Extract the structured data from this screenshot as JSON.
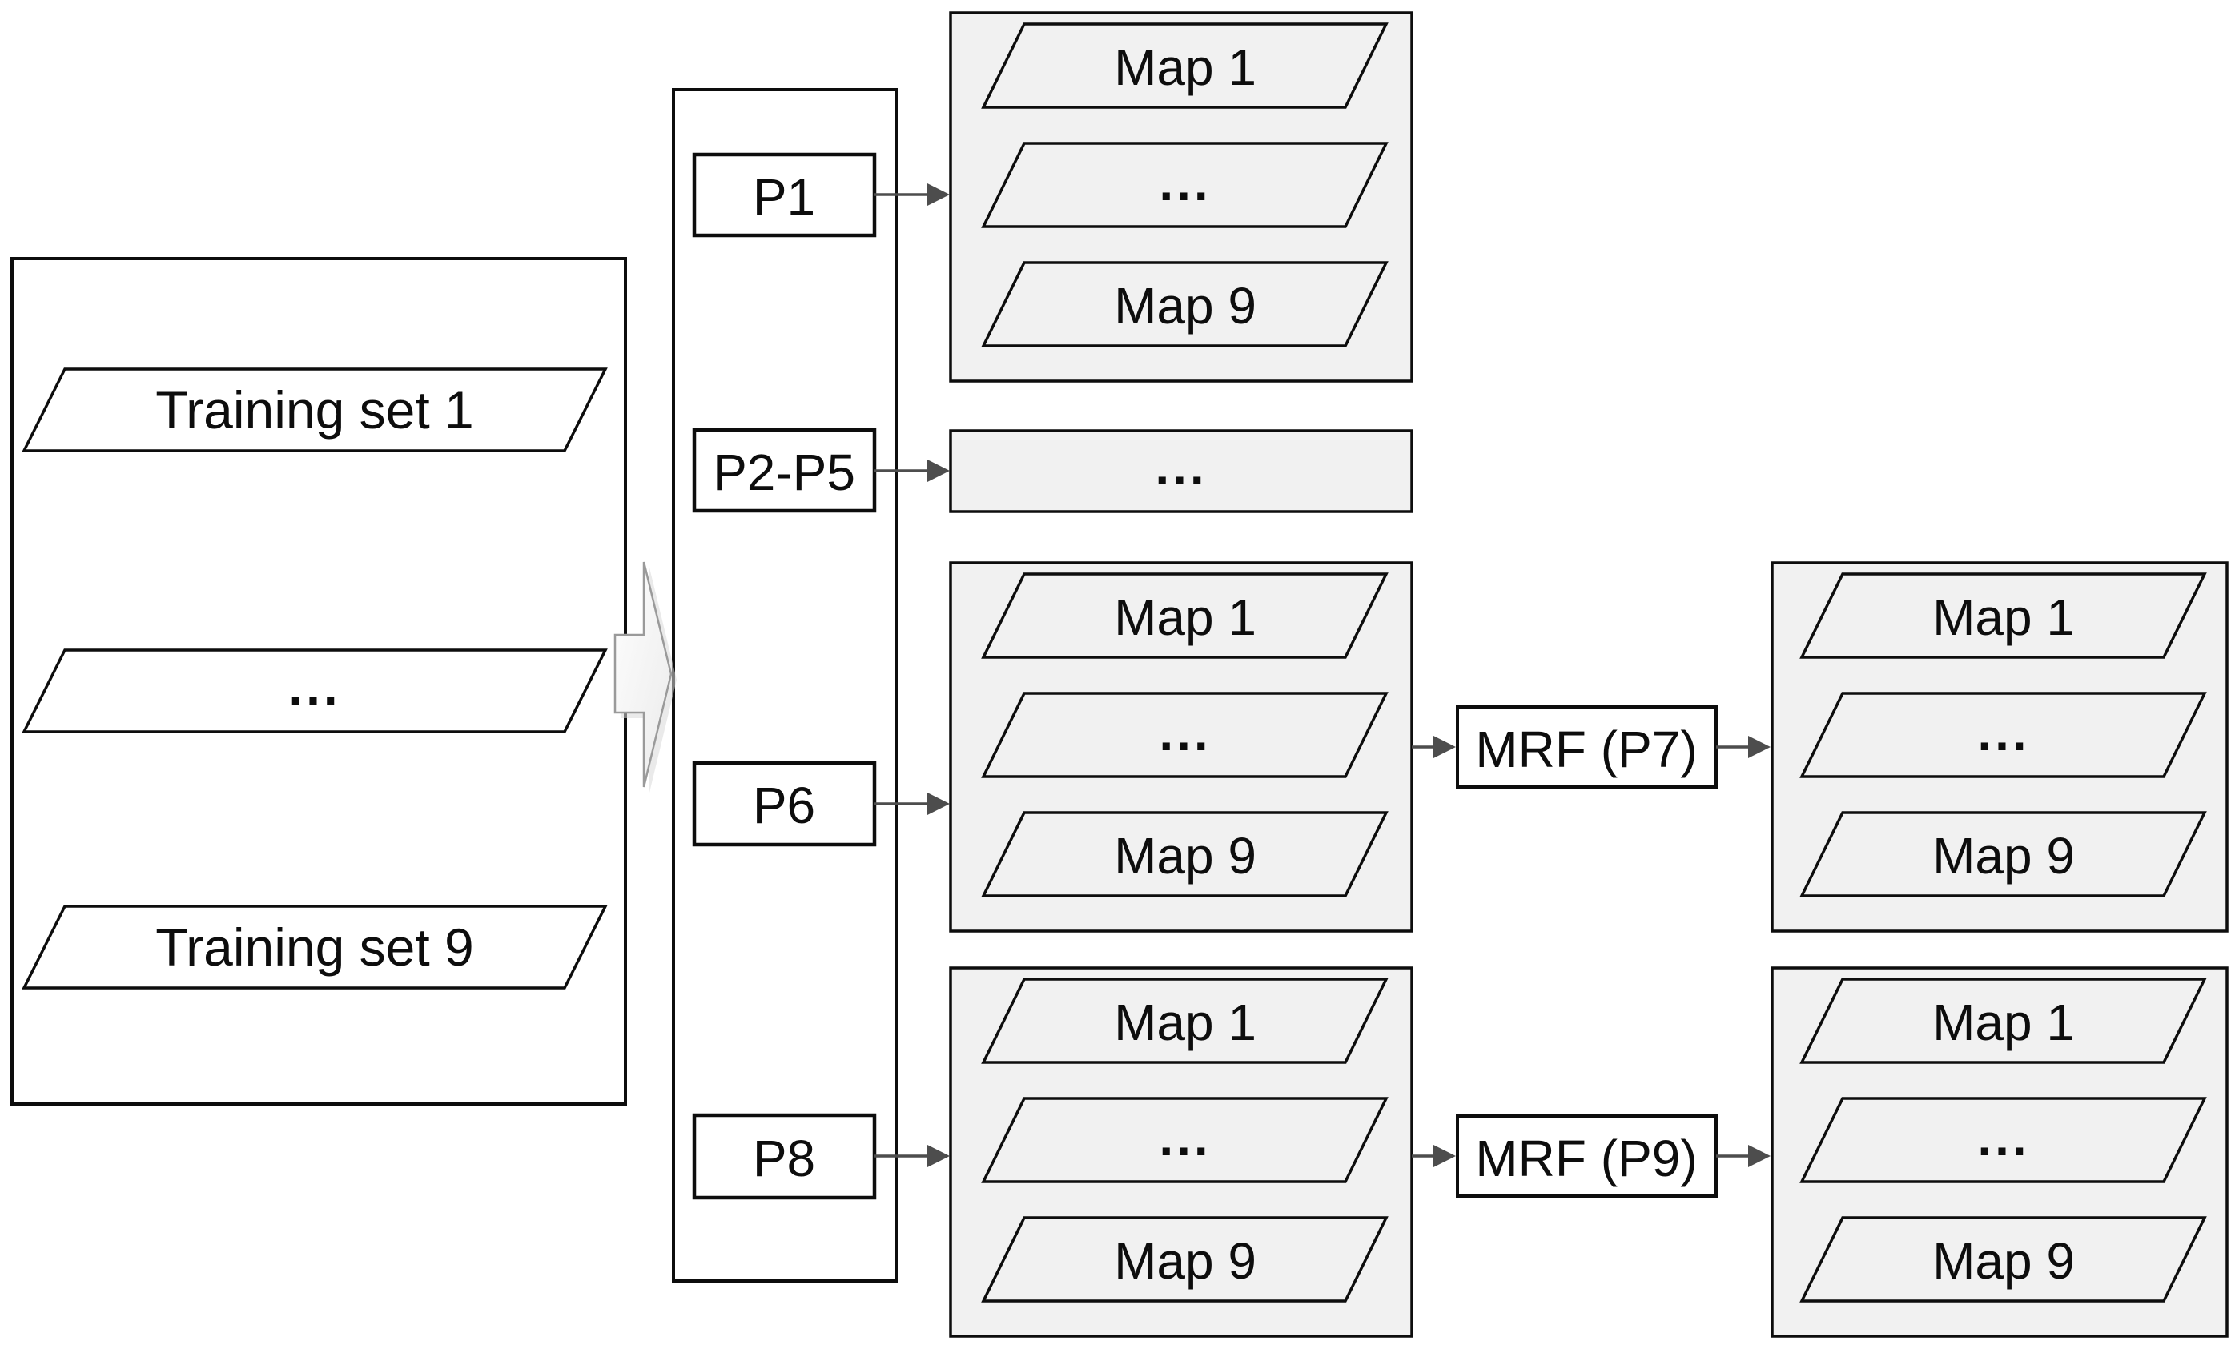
{
  "diagram": {
    "type": "flow-diagram",
    "description": "Training pipeline: training sets feed processes P1-P9; P1/P6/P8 produce map stacks; P6 and P8 outputs pass through MRF steps (P7, P9) producing refined map stacks",
    "colors": {
      "background": "#ffffff",
      "shape_fill": "#ffffff",
      "group_fill": "#f1f1f1",
      "border": "#0d0d0d",
      "connector": "#4d4d4d",
      "block_arrow_fill_start": "#fefefe",
      "block_arrow_fill_end": "#ebebeb",
      "block_arrow_stroke": "#9a9a9a",
      "block_arrow_shadow": "#d9d9d9"
    }
  },
  "labels": {
    "training_set_1": "Training set 1",
    "training_set_9": "Training set 9",
    "ellipsis": "...",
    "p1": "P1",
    "p2_p5": "P2-P5",
    "p6": "P6",
    "p8": "P8",
    "map_1": "Map 1",
    "map_9": "Map 9",
    "mrf_p7": "MRF (P7)",
    "mrf_p9": "MRF (P9)"
  },
  "structure": {
    "input_container_items": [
      "Training set 1",
      "...",
      "Training set 9"
    ],
    "process_column_items": [
      "P1",
      "P2-P5",
      "P6",
      "P8"
    ],
    "map_groups": [
      {
        "source": "P1",
        "items": [
          "Map 1",
          "...",
          "Map 9"
        ]
      },
      {
        "source": "P2-P5",
        "items": [
          "..."
        ]
      },
      {
        "source": "P6",
        "items": [
          "Map 1",
          "...",
          "Map 9"
        ],
        "then": "MRF (P7)",
        "output": [
          "Map 1",
          "...",
          "Map 9"
        ]
      },
      {
        "source": "P8",
        "items": [
          "Map 1",
          "...",
          "Map 9"
        ],
        "then": "MRF (P9)",
        "output": [
          "Map 1",
          "...",
          "Map 9"
        ]
      }
    ]
  }
}
